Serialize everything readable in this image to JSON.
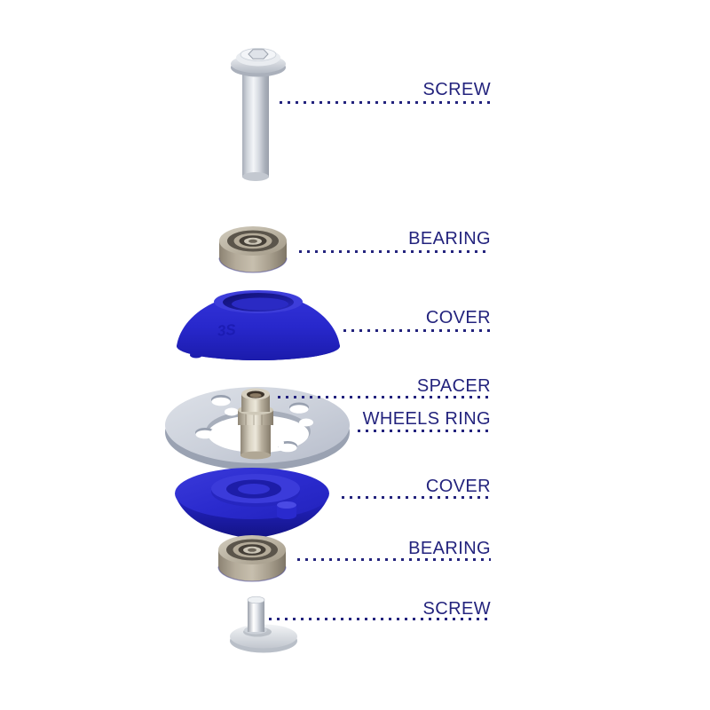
{
  "diagram": {
    "title": "exploded-assembly-diagram",
    "background_color": "#ffffff",
    "label_color": "#23237D",
    "labels": [
      {
        "part": "screw-top",
        "text": "SCREW"
      },
      {
        "part": "bearing-top",
        "text": "BEARING"
      },
      {
        "part": "cover-top",
        "text": "COVER"
      },
      {
        "part": "spacer",
        "text": "SPACER"
      },
      {
        "part": "wheels-ring",
        "text": "WHEELS RING"
      },
      {
        "part": "cover-bottom",
        "text": "COVER"
      },
      {
        "part": "bearing-bottom",
        "text": "BEARING"
      },
      {
        "part": "screw-bottom",
        "text": "SCREW"
      }
    ],
    "cover_logo": "3S",
    "part_colors": {
      "plastic_blue": "#2828CC",
      "bearing_tan": "#ACA28F",
      "steel_light": "#D4D8DF",
      "ring_gray": "#C9CED9",
      "chrome": "#EDEFF2"
    }
  }
}
